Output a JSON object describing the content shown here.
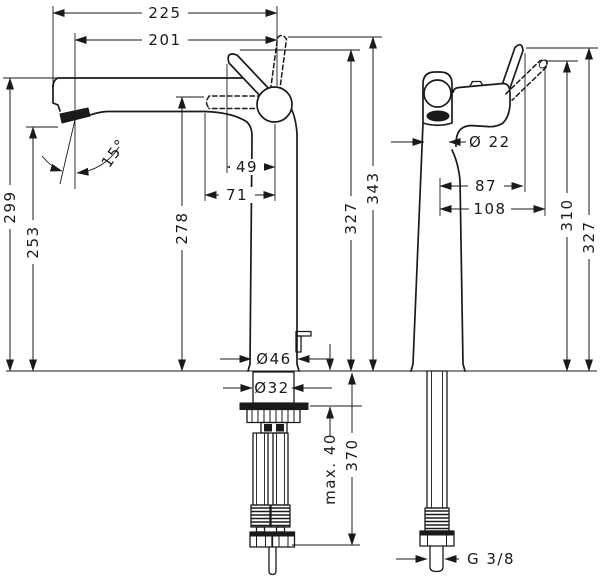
{
  "drawing": {
    "colors": {
      "ink": "#1a1a1a",
      "background": "#ffffff"
    },
    "left_view": {
      "reach_total": "225",
      "reach_spout": "201",
      "angle_spout": "15°",
      "offset_lever_tip": "49",
      "offset_lever_horizontal": "71",
      "height_lever_horizontal": "278",
      "height_outlet": "253",
      "height_spout_top": "299",
      "dia_base": "Ø46",
      "dia_shank": "Ø32",
      "height_lever_tip": "327",
      "height_lever_up": "343",
      "deck_max_thickness": "max. 40",
      "length_below_deck": "370"
    },
    "right_view": {
      "dia_spout": "Ø 22",
      "offset_lever_front": "87",
      "offset_lever_tilted": "108",
      "height_lever_tilted": "310",
      "height_lever_front": "327",
      "thread": "G 3/8"
    }
  }
}
